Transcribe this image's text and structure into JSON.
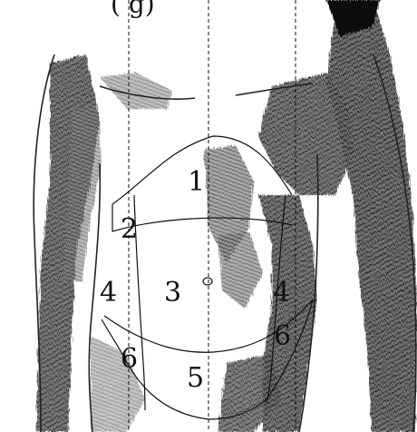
{
  "header_fragment": "(        g)",
  "regions": [
    {
      "id": "region-1",
      "label": "1"
    },
    {
      "id": "region-2",
      "label": "2"
    },
    {
      "id": "region-3",
      "label": "3"
    },
    {
      "id": "region-4-right",
      "label": "4"
    },
    {
      "id": "region-4-left",
      "label": "4"
    },
    {
      "id": "region-5",
      "label": "5"
    },
    {
      "id": "region-6-right",
      "label": "6"
    },
    {
      "id": "region-6-left",
      "label": "6"
    }
  ],
  "colors": {
    "ink": "#111111",
    "shade_dark": "#1a1a1a",
    "shade_mid": "#5a5a5a",
    "paper": "#ffffff"
  }
}
